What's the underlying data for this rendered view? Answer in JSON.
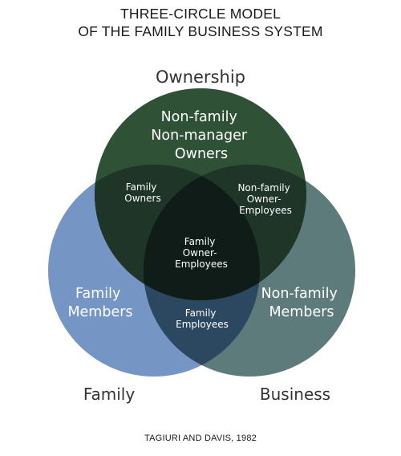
{
  "title": {
    "line1": "THREE-CIRCLE MODEL",
    "line2": "OF THE FAMILY BUSINESS SYSTEM"
  },
  "circles": {
    "ownership": {
      "label": "Ownership",
      "color": "#2f5237"
    },
    "family": {
      "label": "Family",
      "color": "#7596c4"
    },
    "business": {
      "label": "Business",
      "color": "#5d7b7b"
    }
  },
  "regions": {
    "ownership_only": [
      "Non-family",
      "Non-manager",
      "Owners"
    ],
    "family_only": [
      "Family",
      "Members"
    ],
    "business_only": [
      "Non-family",
      "Members"
    ],
    "family_owners": [
      "Family",
      "Owners"
    ],
    "owner_employees": [
      "Non-family",
      "Owner-",
      "Employees"
    ],
    "family_employees": [
      "Family",
      "Employees"
    ],
    "center": [
      "Family",
      "Owner-",
      "Employees"
    ]
  },
  "caption": "TAGIURI AND DAVIS, 1982"
}
